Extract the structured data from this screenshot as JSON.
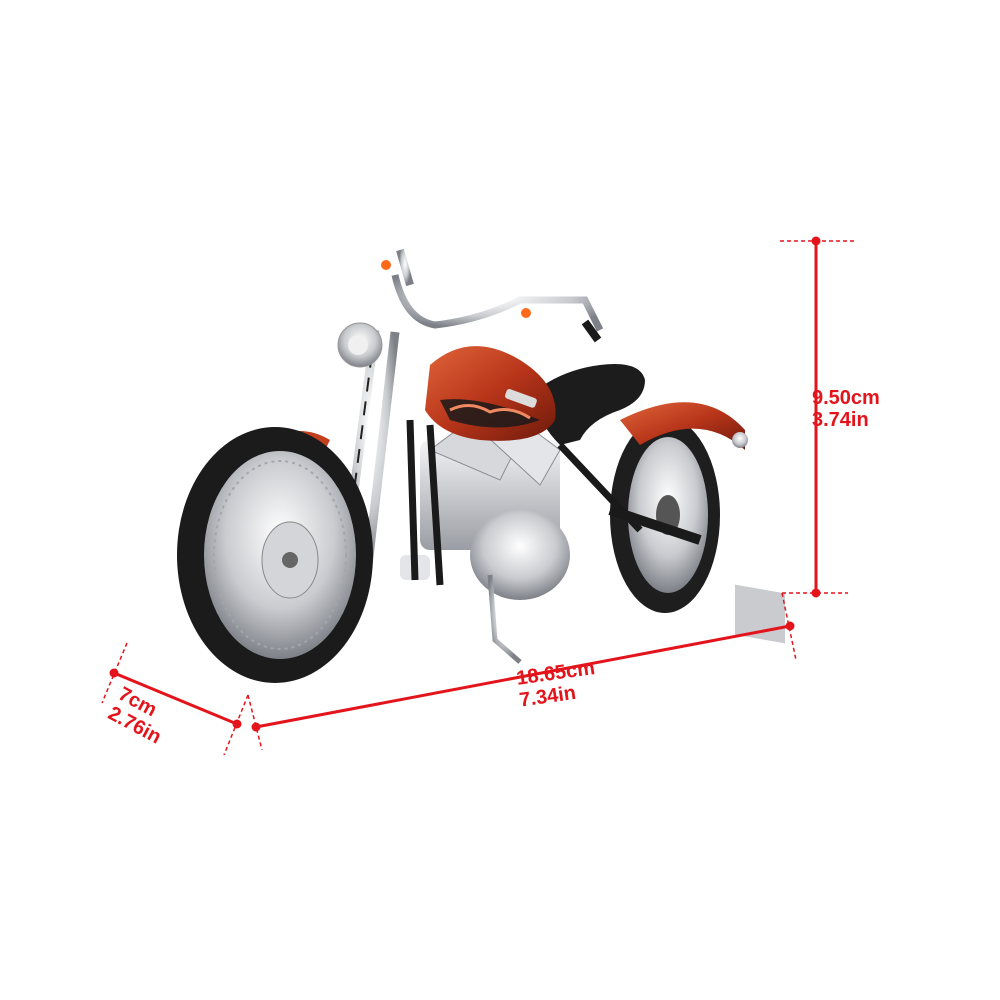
{
  "product": {
    "subject": "die-cast motorcycle model",
    "body_color": "#c2401e",
    "accent_color": "#e3141b"
  },
  "dimensions": {
    "height": {
      "metric": "9.50cm",
      "imperial": "3.74in"
    },
    "length": {
      "metric": "18.65cm",
      "imperial": "7.34in"
    },
    "width": {
      "metric": "7cm",
      "imperial": "2.76in"
    }
  }
}
